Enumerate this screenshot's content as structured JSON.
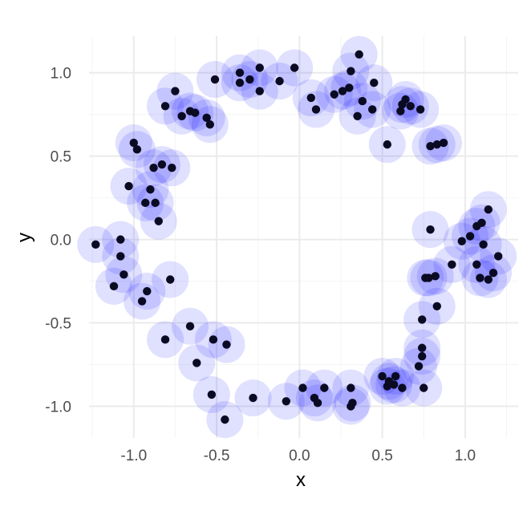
{
  "chart_data": {
    "type": "scatter",
    "xlabel": "x",
    "ylabel": "y",
    "xlim": [
      -1.27,
      1.32
    ],
    "ylim": [
      -1.19,
      1.22
    ],
    "x_ticks": [
      {
        "value": -1.0,
        "label": "-1.0"
      },
      {
        "value": -0.5,
        "label": "-0.5"
      },
      {
        "value": 0.0,
        "label": "0.0"
      },
      {
        "value": 0.5,
        "label": "0.5"
      },
      {
        "value": 1.0,
        "label": "1.0"
      }
    ],
    "y_ticks": [
      {
        "value": -1.0,
        "label": "-1.0"
      },
      {
        "value": -0.5,
        "label": "-0.5"
      },
      {
        "value": 0.0,
        "label": "0.0"
      },
      {
        "value": 0.5,
        "label": "0.5"
      },
      {
        "value": 1.0,
        "label": "1.0"
      }
    ],
    "grid": true,
    "colors": {
      "point": "#0a0a23",
      "halo": "#0000ff",
      "grid_major": "#ebebeb",
      "grid_minor": "#f4f4f4"
    },
    "halo_opacity": 0.12,
    "x": [
      -0.51,
      -0.36,
      -0.3,
      -0.24,
      -0.36,
      -0.24,
      -0.12,
      -0.03,
      0.07,
      0.1,
      0.21,
      0.26,
      0.3,
      0.36,
      0.31,
      0.45,
      0.38,
      0.44,
      0.35,
      -0.75,
      -0.81,
      -0.71,
      -0.66,
      -0.63,
      -0.56,
      -0.54,
      -1.0,
      -0.98,
      -0.88,
      -0.83,
      -0.77,
      -1.03,
      -0.9,
      -0.93,
      -0.87,
      -0.85,
      -1.23,
      -1.08,
      -1.08,
      -1.06,
      -1.12,
      -0.92,
      -0.95,
      -0.78,
      0.53,
      0.64,
      0.61,
      0.62,
      0.67,
      0.73,
      0.79,
      0.83,
      0.87,
      0.79,
      -0.66,
      -0.81,
      -0.62,
      -0.52,
      -0.44,
      -0.53,
      -0.45,
      -0.28,
      -0.08,
      0.02,
      0.15,
      0.09,
      0.11,
      0.31,
      0.32,
      0.31,
      0.5,
      0.54,
      0.53,
      0.57,
      0.58,
      0.62,
      0.72,
      0.74,
      0.74,
      0.75,
      0.74,
      0.78,
      0.82,
      0.83,
      0.76,
      1.14,
      1.1,
      1.07,
      1.03,
      1.11,
      1.2,
      0.92,
      1.07,
      1.17,
      1.09,
      1.14,
      0.98
    ],
    "y": [
      0.96,
      1.0,
      0.96,
      1.03,
      0.94,
      0.89,
      0.95,
      1.03,
      0.85,
      0.78,
      0.87,
      0.89,
      0.91,
      1.11,
      1.01,
      0.94,
      0.83,
      0.78,
      0.74,
      0.89,
      0.8,
      0.74,
      0.77,
      0.76,
      0.73,
      0.69,
      0.58,
      0.54,
      0.43,
      0.45,
      0.43,
      0.32,
      0.3,
      0.22,
      0.22,
      0.11,
      -0.03,
      0.0,
      -0.1,
      -0.21,
      -0.28,
      -0.31,
      -0.37,
      -0.24,
      0.57,
      0.84,
      0.77,
      0.81,
      0.8,
      0.78,
      0.56,
      0.57,
      0.58,
      0.06,
      -0.52,
      -0.6,
      -0.74,
      -0.6,
      -0.63,
      -0.93,
      -1.08,
      -0.95,
      -0.97,
      -0.89,
      -0.89,
      -0.95,
      -0.98,
      -0.89,
      -0.98,
      -1.0,
      -0.82,
      -0.85,
      -0.88,
      -0.87,
      -0.82,
      -0.89,
      -0.76,
      -0.7,
      -0.65,
      -0.89,
      -0.48,
      -0.23,
      -0.22,
      -0.4,
      -0.23,
      0.18,
      0.1,
      0.08,
      0.02,
      -0.03,
      -0.1,
      -0.15,
      -0.15,
      -0.2,
      -0.23,
      -0.24,
      -0.01
    ]
  }
}
